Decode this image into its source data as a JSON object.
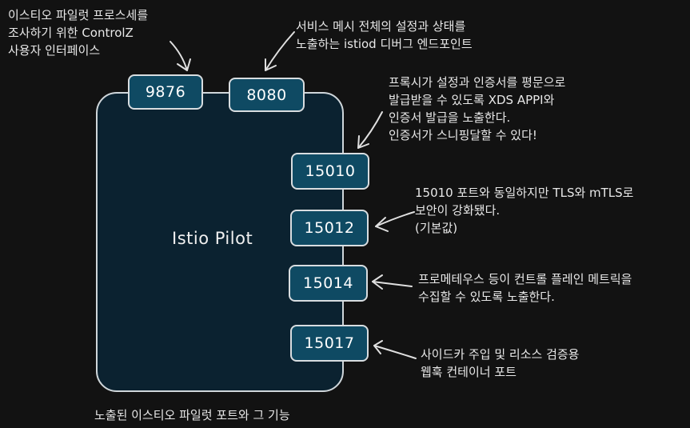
{
  "diagram": {
    "center_label": "Istio Pilot",
    "caption": "노출된 이스티오 파일럿 포트와 그 기능",
    "ports": {
      "p9876": "9876",
      "p8080": "8080",
      "p15010": "15010",
      "p15012": "15012",
      "p15014": "15014",
      "p15017": "15017"
    },
    "notes": {
      "n9876": [
        "이스티오 파일럿 프로스세를",
        "조사하기 위한 ControlZ",
        "사용자 인터페이스"
      ],
      "n8080": [
        "서비스 메시 전체의 설정과 상태를",
        "노출하는 istiod 디버그 엔드포인트"
      ],
      "n15010": [
        "프록시가 설정과 인증서를 평문으로",
        "발급받을 수 있도록 XDS APPI와",
        "인증서 발급을 노출한다.",
        "인증서가 스니핑달할 수 있다!"
      ],
      "n15012": [
        "15010 포트와 동일하지만 TLS와 mTLS로",
        "보안이 강화됐다.",
        "(기본값)"
      ],
      "n15014": [
        "프로메테우스 등이 컨트롤 플레인 메트릭을",
        "수집할 수 있도록 노출한다."
      ],
      "n15017": [
        "사이드카 주입 및 리소스 검증용",
        "웹훅 컨테이너 포트"
      ]
    }
  }
}
